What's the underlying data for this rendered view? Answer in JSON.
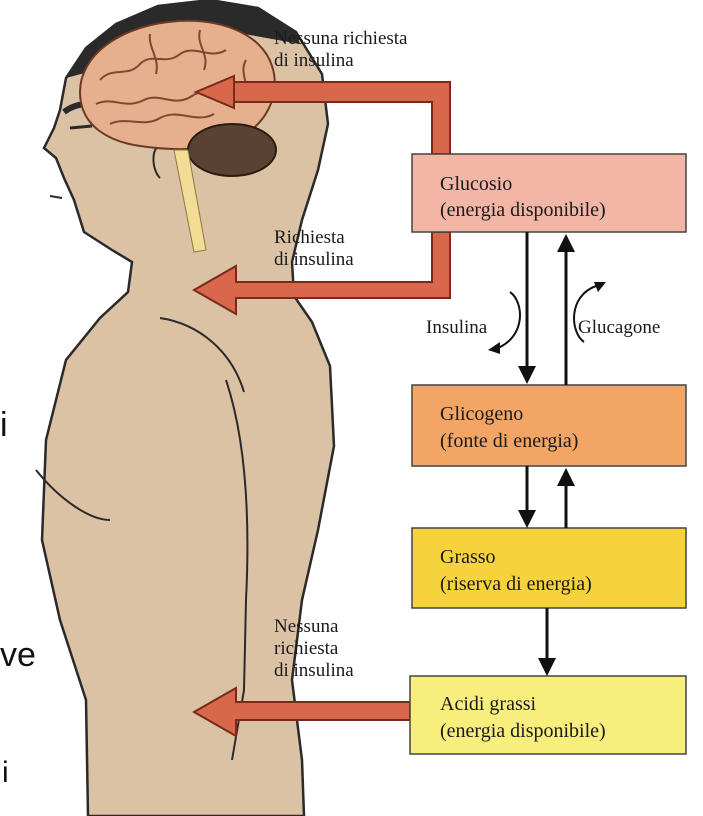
{
  "colors": {
    "skin": "#dcc2a4",
    "skin_outline": "#2a2a2a",
    "brain": "#e6b08f",
    "cerebellum": "#5a4232",
    "spinal_cord": "#f3dc96",
    "arrow_fill": "#d8684c",
    "arrow_stroke": "#7a2a1a",
    "box_glucosio": "#f2b6a6",
    "box_glicogeno": "#f2a565",
    "box_grasso": "#f6d23c",
    "box_acidi": "#f8ee7e",
    "box_stroke": "#444444"
  },
  "labels": {
    "brain_arrow": [
      "Nessuna richiesta",
      "di insulina"
    ],
    "body_arrow": [
      "Richiesta",
      "di insulina"
    ],
    "fat_arrow": [
      "Nessuna",
      "richiesta",
      "di insulina"
    ],
    "insulina": "Insulina",
    "glucagone": "Glucagone"
  },
  "boxes": [
    {
      "key": "glucosio",
      "line1": "Glucosio",
      "line2": "(energia disponibile)"
    },
    {
      "key": "glicogeno",
      "line1": "Glicogeno",
      "line2": "(fonte di energia)"
    },
    {
      "key": "grasso",
      "line1": "Grasso",
      "line2": "(riserva di energia)"
    },
    {
      "key": "acidi",
      "line1": "Acidi grassi",
      "line2": "(energia disponibile)"
    }
  ],
  "background_text_fragments": [
    "i",
    "ve",
    "i"
  ]
}
